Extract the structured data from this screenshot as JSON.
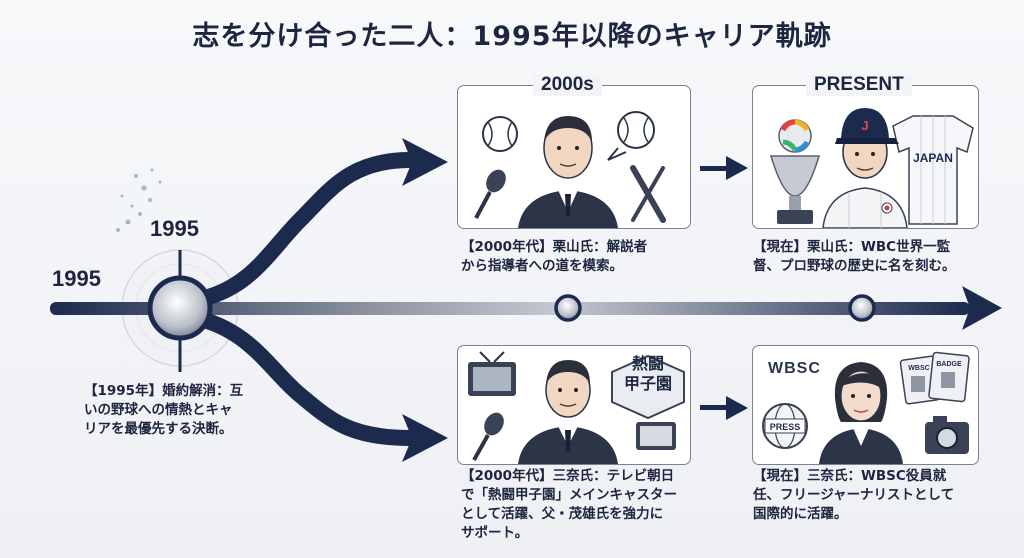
{
  "title": "志を分け合った二人：1995年以降のキャリア軌跡",
  "timeline": {
    "start_year_left": "1995",
    "start_year_top": "1995"
  },
  "origin_caption": {
    "lines": [
      "【1995年】婚約解消：互",
      "いの野球への情熱とキャ",
      "リアを最優先する決断。"
    ]
  },
  "top_branch": {
    "panel_2000s_label": "2000s",
    "panel_present_label": "PRESENT",
    "caption_2000s": [
      "【2000年代】栗山氏：解説者",
      "から指導者への道を模索。"
    ],
    "caption_present": [
      "【現在】栗山氏：WBC世界一監",
      "督、プロ野球の歴史に名を刻む。"
    ],
    "jersey_text": "JAPAN",
    "cap_letter": "J"
  },
  "bottom_branch": {
    "badge_lines": [
      "熱闘",
      "甲子園"
    ],
    "wbsc_label": "WBSC",
    "press_label": "PRESS",
    "card_labels": [
      "WBSC",
      "BADGE"
    ],
    "caption_2000s": [
      "【2000年代】三奈氏：テレビ朝日",
      "で「熱闘甲子園」メインキャスター",
      "として活躍、父・茂雄氏を強力に",
      "サポート。"
    ],
    "caption_present": [
      "【現在】三奈氏：WBSC役員就",
      "任、フリージャーナリストとして",
      "国際的に活躍。"
    ]
  },
  "colors": {
    "navy": "#1c2a4e",
    "line_gray": "#9aa0ab",
    "background": "#f2f3f6"
  }
}
